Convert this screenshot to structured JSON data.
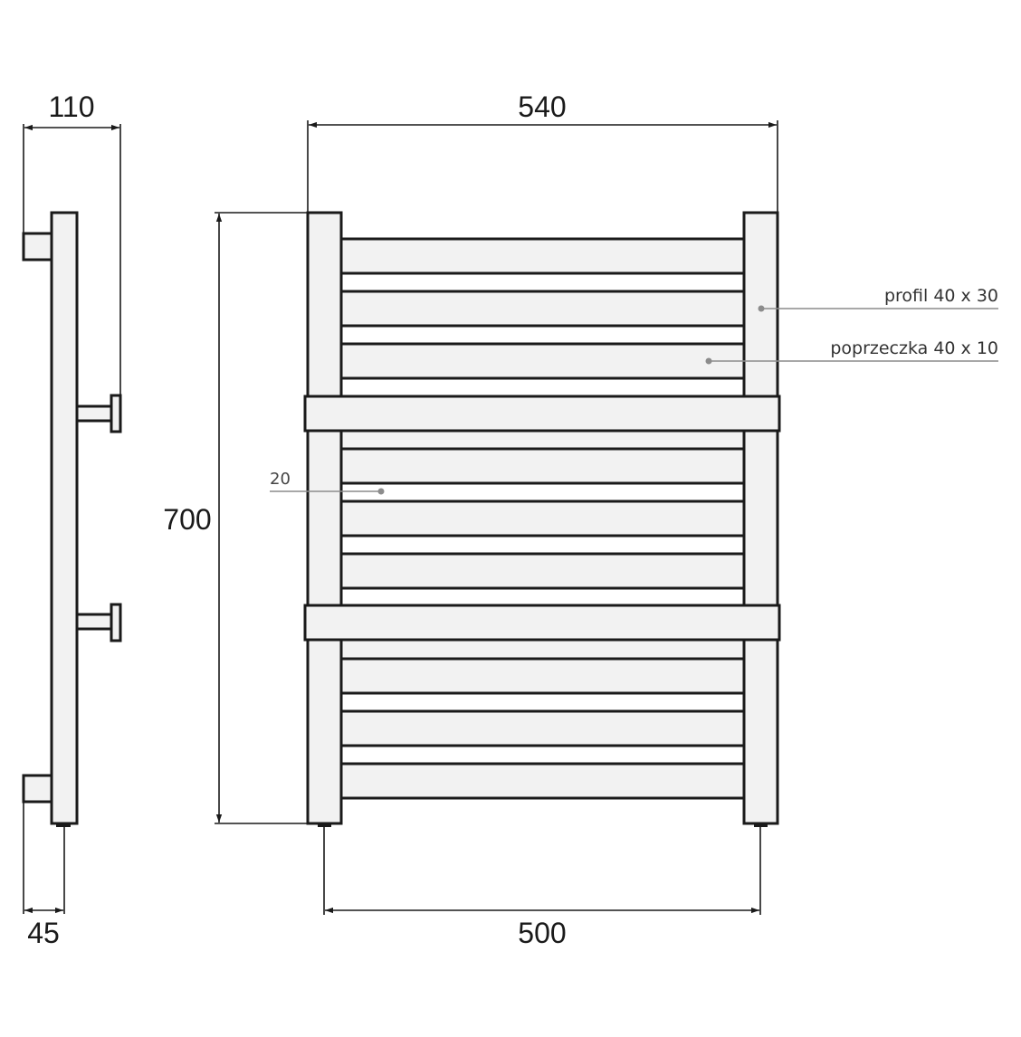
{
  "dimensions": {
    "side_depth": "110",
    "side_wall_offset": "45",
    "overall_width": "540",
    "overall_height": "700",
    "axis_spacing": "500"
  },
  "notes": {
    "profile": "profil 40 x 30",
    "crossbar": "poprzeczka 40 x 10",
    "gap": "20"
  },
  "colors": {
    "outline": "#1a1a1a",
    "fill": "#f2f2f2",
    "leader": "#8c8c8c"
  }
}
